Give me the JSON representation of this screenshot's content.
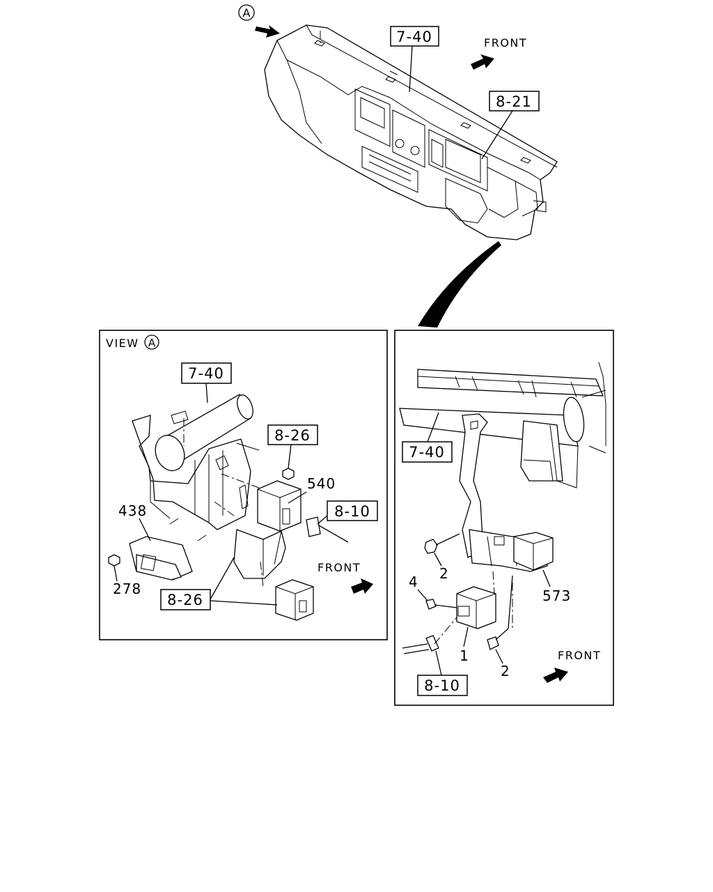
{
  "top": {
    "view_marker": "A",
    "ref_dashboard": "7-40",
    "ref_meter": "8-21",
    "front_label": "FRONT"
  },
  "left_view": {
    "title": "VIEW",
    "view_marker": "A",
    "ref_dashboard": "7-40",
    "ref_bolt": "8-26",
    "ref_harness": "8-10",
    "ref_relay": "8-26",
    "part_540": "540",
    "part_438": "438",
    "part_278": "278",
    "front_label": "FRONT"
  },
  "right_view": {
    "ref_dashboard": "7-40",
    "ref_harness": "8-10",
    "part_2a": "2",
    "part_2b": "2",
    "part_4": "4",
    "part_1": "1",
    "part_573": "573",
    "front_label": "FRONT"
  }
}
